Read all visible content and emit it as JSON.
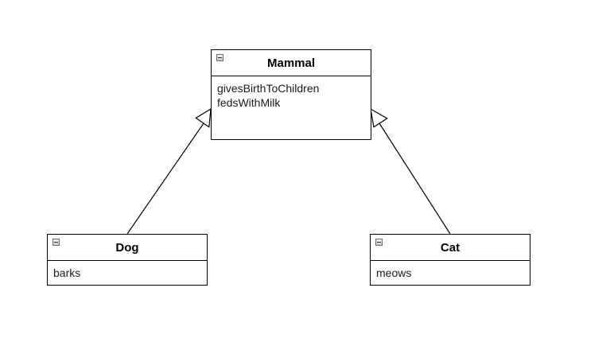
{
  "diagram": {
    "classes": [
      {
        "id": "mammal",
        "name": "Mammal",
        "attributes": [
          "givesBirthToChildren",
          "fedsWithMilk"
        ]
      },
      {
        "id": "dog",
        "name": "Dog",
        "attributes": [
          "barks"
        ]
      },
      {
        "id": "cat",
        "name": "Cat",
        "attributes": [
          "meows"
        ]
      }
    ],
    "relations": [
      {
        "type": "inheritance",
        "from": "Dog",
        "to": "Mammal"
      },
      {
        "type": "inheritance",
        "from": "Cat",
        "to": "Mammal"
      }
    ]
  },
  "colors": {
    "stroke": "#000000",
    "fill": "#ffffff",
    "text": "#1a1a1a"
  },
  "icons": {
    "collapse": "minus-square-icon"
  }
}
